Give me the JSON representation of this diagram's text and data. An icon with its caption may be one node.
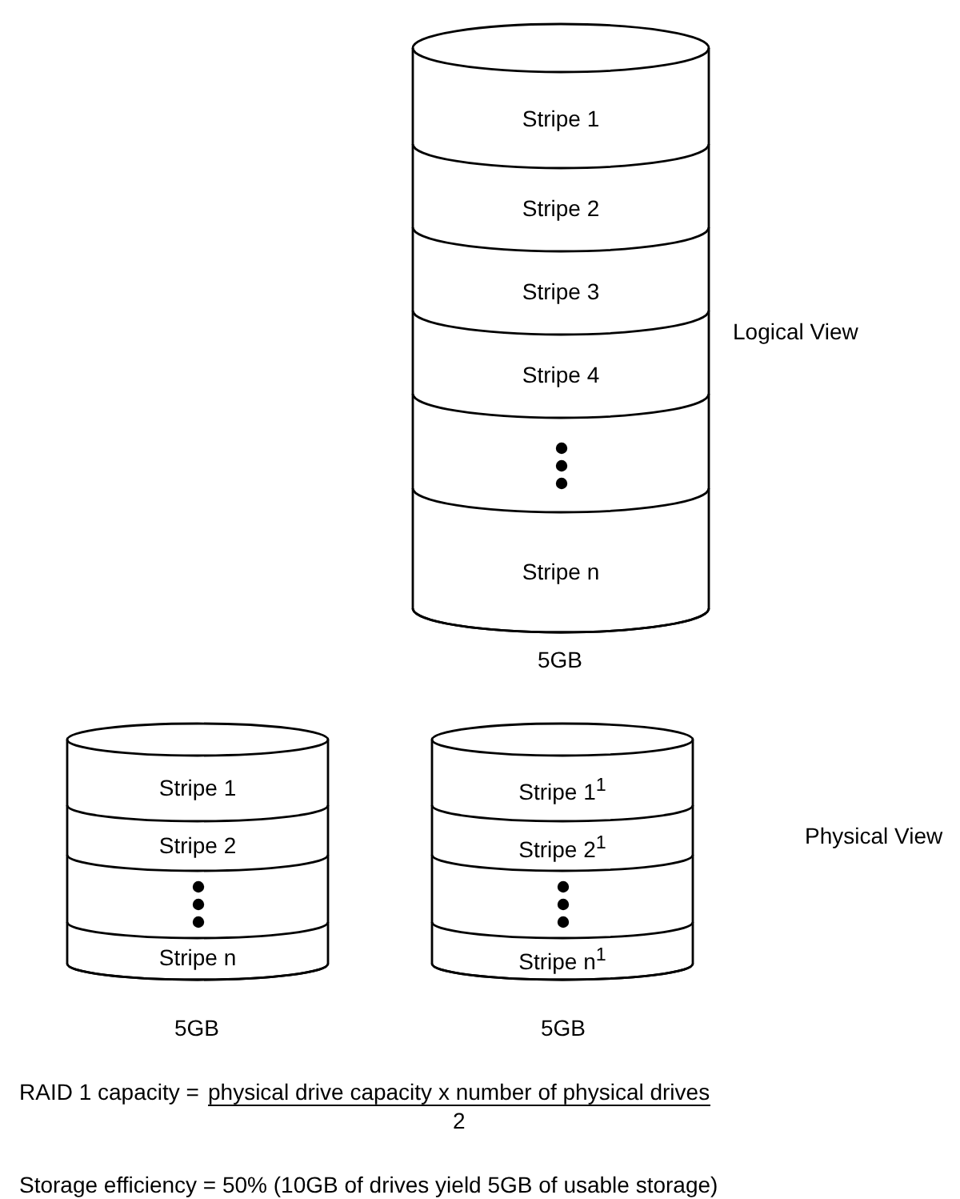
{
  "diagram": {
    "nodes": [
      {
        "text": [],
        "shape": "cylinder",
        "beside": [
          "5GB"
        ]
      },
      {
        "text": [
          "Stripe 1"
        ],
        "in": 0
      },
      {
        "text": [
          "Stripe 2"
        ],
        "in": 0
      },
      {
        "text": [
          "Stripe 3"
        ],
        "in": 0
      },
      {
        "text": [
          "Stripe 4"
        ],
        "in": 0
      },
      {
        "text": [],
        "shape": "band",
        "in": 0
      },
      {
        "text": [
          "Stripe n"
        ],
        "in": 0
      },
      {
        "text": [],
        "shape": "cylinder",
        "beside": [
          "5GB"
        ]
      },
      {
        "text": [
          "Stripe 1"
        ],
        "in": 7
      },
      {
        "text": [
          "Stripe 2"
        ],
        "in": 7
      },
      {
        "text": [],
        "shape": "band",
        "in": 7
      },
      {
        "text": [
          "Stripe n"
        ],
        "in": 7
      },
      {
        "text": [],
        "shape": "cylinder",
        "beside": [
          "5GB"
        ]
      },
      {
        "text": [
          "Stripe 1$^{1}$"
        ],
        "in": 12
      },
      {
        "text": [
          "Stripe 2$^{1}$"
        ],
        "in": 12
      },
      {
        "text": [],
        "shape": "band",
        "in": 12
      },
      {
        "text": [
          "Stripe n$^{1}$"
        ],
        "in": 12
      }
    ],
    "labels": [
      "Logical View",
      "Physical View",
      "RAID 1 capacity =",
      "physical drive capacity x number of physical drives",
      "2",
      "Storage efficiency = 50% (10GB of drives yield 5GB of usable storage)"
    ]
  }
}
